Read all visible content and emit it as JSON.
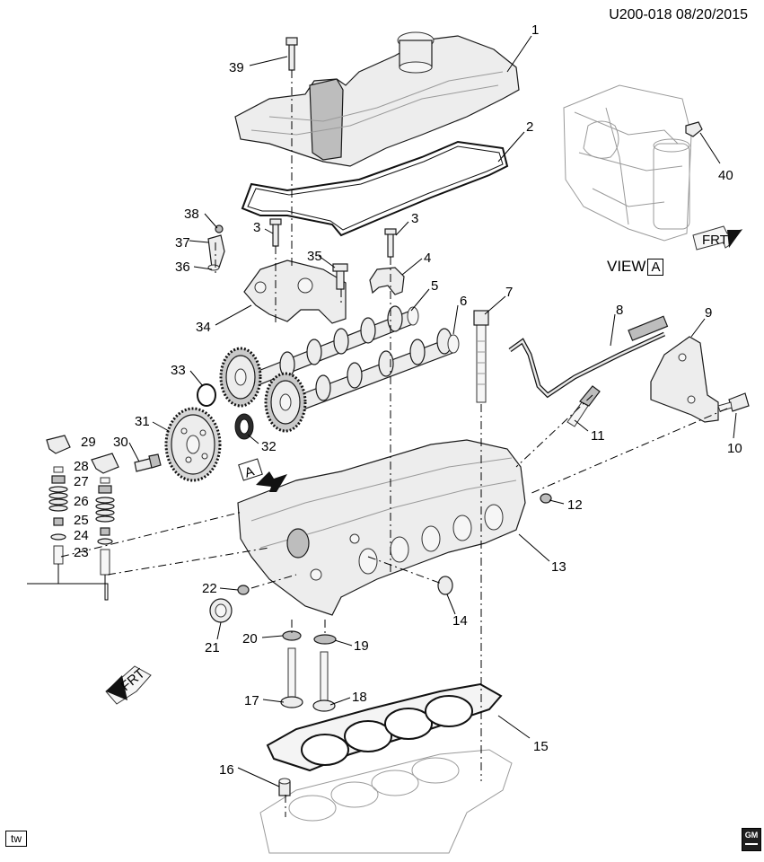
{
  "header": {
    "diagram_id": "U200-018 08/20/2015"
  },
  "footer": {
    "badge": "tw",
    "logo": "GM"
  },
  "inset": {
    "view_label": "VIEW",
    "view_letter": "A",
    "arrow_label": "FRT"
  },
  "main": {
    "view_marker": "A",
    "frt_label": "FRT"
  },
  "callouts": [
    "1",
    "2",
    "3",
    "3",
    "4",
    "5",
    "6",
    "7",
    "8",
    "9",
    "10",
    "11",
    "12",
    "13",
    "14",
    "15",
    "16",
    "17",
    "18",
    "19",
    "20",
    "21",
    "22",
    "23",
    "24",
    "25",
    "26",
    "27",
    "28",
    "29",
    "30",
    "31",
    "32",
    "33",
    "34",
    "35",
    "36",
    "37",
    "38",
    "39",
    "40"
  ]
}
